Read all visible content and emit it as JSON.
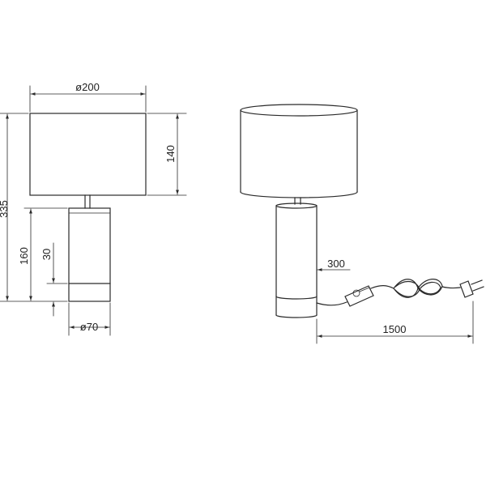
{
  "colors": {
    "line": "#2a2a2a",
    "text": "#222222",
    "background": "#ffffff"
  },
  "dimensions": {
    "shade_diameter": "ø200",
    "shade_height": "140",
    "total_height": "335",
    "base_height": "160",
    "base_ring_height": "30",
    "base_diameter": "ø70",
    "switch_distance": "300",
    "cable_length": "1500"
  }
}
